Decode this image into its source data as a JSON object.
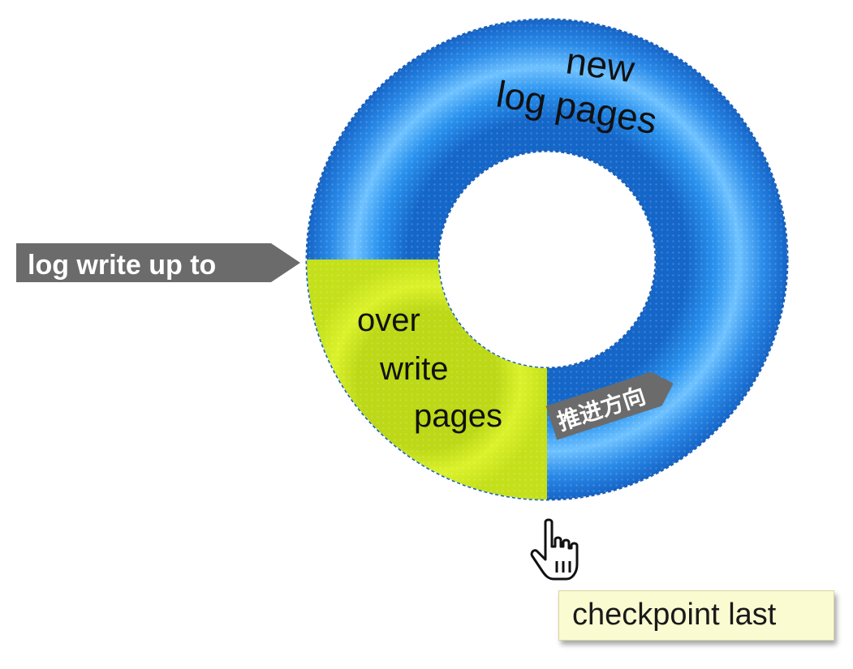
{
  "colors": {
    "ring_blue": "#1f86e6",
    "ring_blue_light": "#5ab4ff",
    "ring_green": "#d2ec1c",
    "arrow_gray": "#6b6b6b",
    "note_bg": "#fbfbd2"
  },
  "ring": {
    "new_pages_label_line1": "new",
    "new_pages_label_line2": "log pages",
    "overwrite_label_line1": "over",
    "overwrite_label_line2": "write",
    "overwrite_label_line3": "pages"
  },
  "pointers": {
    "log_write_label": "log write up to",
    "direction_label": "推进方向",
    "checkpoint_label": "checkpoint last",
    "cursor_icon": "hand-pointer-icon"
  }
}
